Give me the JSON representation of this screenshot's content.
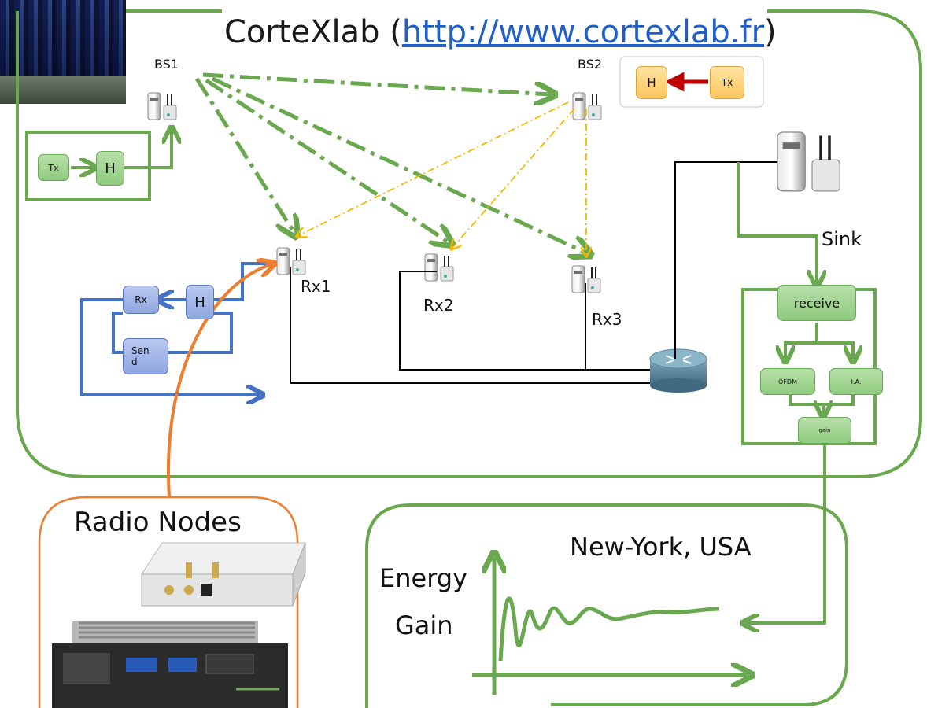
{
  "title": {
    "prefix": "CorteXlab (",
    "link": "http://www.cortexlab.fr",
    "suffix": ")"
  },
  "nodes": {
    "bs1": "BS1",
    "bs2": "BS2",
    "rx1": "Rx1",
    "rx2": "Rx2",
    "rx3": "Rx3",
    "sink": "Sink"
  },
  "bs1_chain": {
    "tx": "Tx",
    "h": "H"
  },
  "bs2_chain": {
    "h": "H",
    "tx": "Tx"
  },
  "rx_chain": {
    "rx": "Rx",
    "h": "H",
    "send_line1": "Sen",
    "send_line2": "d"
  },
  "sink_chain": {
    "receive": "receive",
    "ofdm": "OFDM",
    "ia": "I.A.",
    "gain": "gain"
  },
  "radio_nodes": {
    "title": "Radio Nodes"
  },
  "remote": {
    "location": "New-York, USA",
    "ylabel_line1": "Energy",
    "ylabel_line2": "Gain"
  },
  "colors": {
    "green": "#6aa84f",
    "blue": "#4472c4",
    "orange": "#ed7d31",
    "yellow": "#f5b800",
    "red": "#c00000"
  }
}
